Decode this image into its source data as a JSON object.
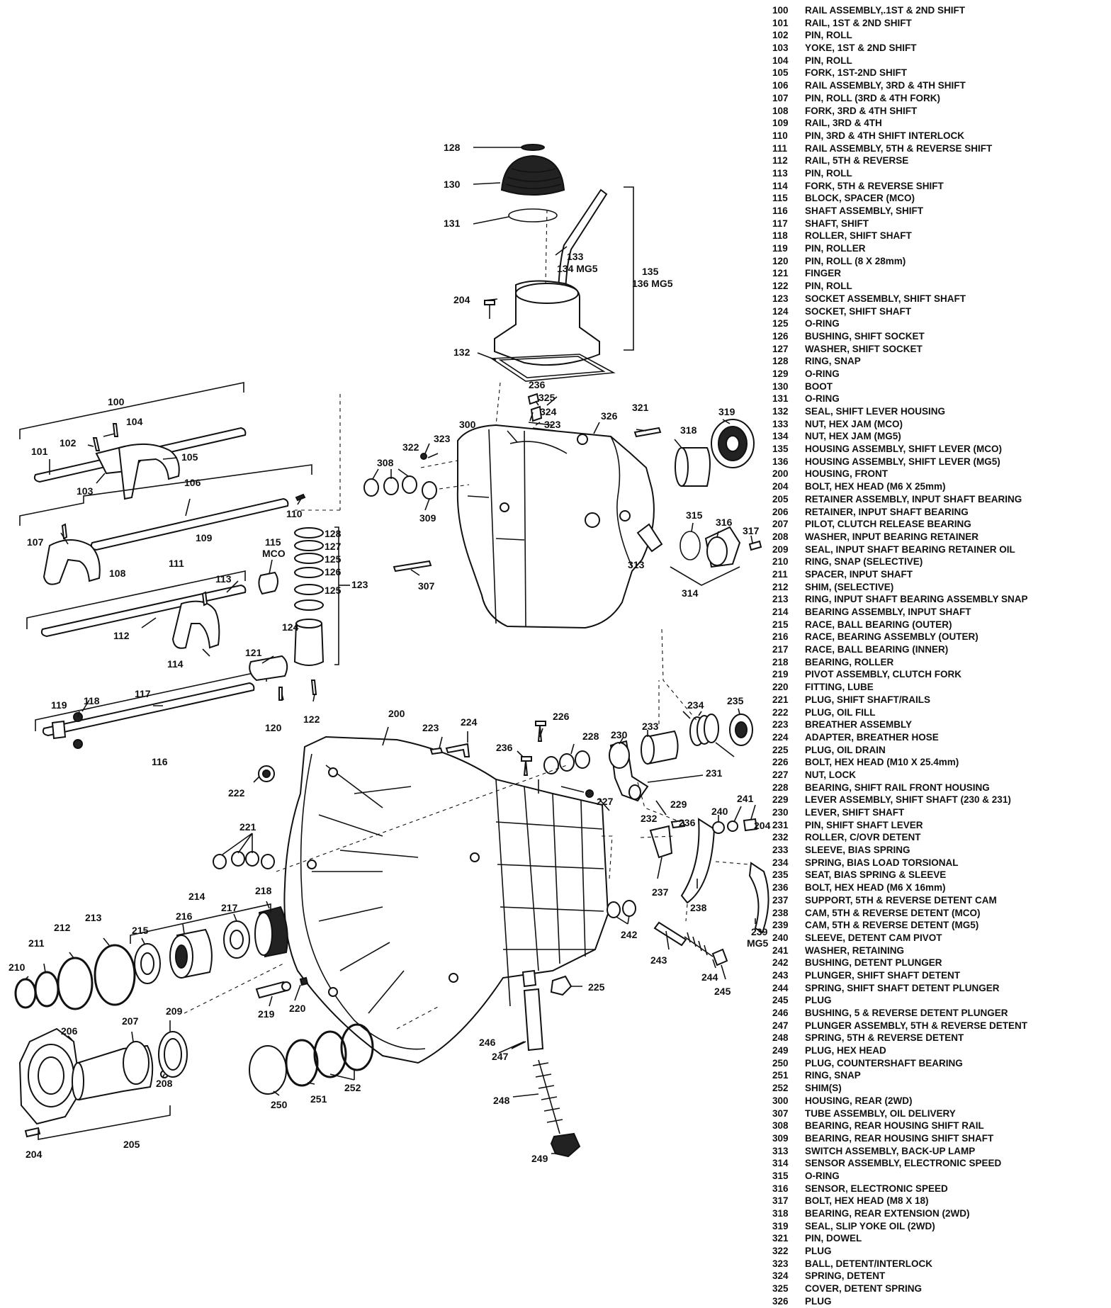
{
  "legend": [
    {
      "num": "100",
      "name": "RAIL ASSEMBLY,.1ST & 2ND SHIFT"
    },
    {
      "num": "101",
      "name": "RAIL, 1ST & 2ND SHIFT"
    },
    {
      "num": "102",
      "name": "PIN, ROLL"
    },
    {
      "num": "103",
      "name": "YOKE, 1ST & 2ND SHIFT"
    },
    {
      "num": "104",
      "name": "PIN, ROLL"
    },
    {
      "num": "105",
      "name": "FORK, 1ST-2ND SHIFT"
    },
    {
      "num": "106",
      "name": "RAIL ASSEMBLY, 3RD & 4TH SHIFT"
    },
    {
      "num": "107",
      "name": "PIN, ROLL (3RD & 4TH FORK)"
    },
    {
      "num": "108",
      "name": "FORK, 3RD & 4TH SHIFT"
    },
    {
      "num": "109",
      "name": "RAIL, 3RD & 4TH"
    },
    {
      "num": "110",
      "name": "PIN, 3RD & 4TH SHIFT INTERLOCK"
    },
    {
      "num": "111",
      "name": "RAIL ASSEMBLY, 5TH & REVERSE SHIFT"
    },
    {
      "num": "112",
      "name": "RAIL, 5TH & REVERSE"
    },
    {
      "num": "113",
      "name": "PIN, ROLL"
    },
    {
      "num": "114",
      "name": "FORK, 5TH & REVERSE SHIFT"
    },
    {
      "num": "115",
      "name": "BLOCK, SPACER (MCO)"
    },
    {
      "num": "116",
      "name": "SHAFT ASSEMBLY, SHIFT"
    },
    {
      "num": "117",
      "name": "SHAFT, SHIFT"
    },
    {
      "num": "118",
      "name": "ROLLER, SHIFT SHAFT"
    },
    {
      "num": "119",
      "name": "PIN, ROLLER"
    },
    {
      "num": "120",
      "name": "PIN, ROLL (8 X 28mm)"
    },
    {
      "num": "121",
      "name": "FINGER"
    },
    {
      "num": "122",
      "name": "PIN, ROLL"
    },
    {
      "num": "123",
      "name": "SOCKET ASSEMBLY, SHIFT SHAFT"
    },
    {
      "num": "124",
      "name": "SOCKET, SHIFT SHAFT"
    },
    {
      "num": "125",
      "name": "O-RING"
    },
    {
      "num": "126",
      "name": "BUSHING, SHIFT SOCKET"
    },
    {
      "num": "127",
      "name": "WASHER, SHIFT SOCKET"
    },
    {
      "num": "128",
      "name": "RING, SNAP"
    },
    {
      "num": "129",
      "name": "O-RING"
    },
    {
      "num": "130",
      "name": "BOOT"
    },
    {
      "num": "131",
      "name": "O-RING"
    },
    {
      "num": "132",
      "name": "SEAL, SHIFT LEVER HOUSING"
    },
    {
      "num": "133",
      "name": "NUT, HEX JAM (MCO)"
    },
    {
      "num": "134",
      "name": "NUT, HEX JAM (MG5)"
    },
    {
      "num": "135",
      "name": "HOUSING ASSEMBLY, SHIFT LEVER (MCO)"
    },
    {
      "num": "136",
      "name": "HOUSING ASSEMBLY, SHIFT LEVER (MG5)"
    },
    {
      "num": "200",
      "name": "HOUSING, FRONT"
    },
    {
      "num": "204",
      "name": "BOLT, HEX HEAD (M6 X 25mm)"
    },
    {
      "num": "205",
      "name": "RETAINER ASSEMBLY, INPUT SHAFT BEARING"
    },
    {
      "num": "206",
      "name": "RETAINER, INPUT SHAFT BEARING"
    },
    {
      "num": "207",
      "name": "PILOT, CLUTCH RELEASE BEARING"
    },
    {
      "num": "208",
      "name": "WASHER, INPUT BEARING RETAINER"
    },
    {
      "num": "209",
      "name": "SEAL, INPUT SHAFT BEARING RETAINER OIL"
    },
    {
      "num": "210",
      "name": "RING, SNAP (SELECTIVE)"
    },
    {
      "num": "211",
      "name": "SPACER, INPUT SHAFT"
    },
    {
      "num": "212",
      "name": "SHIM, (SELECTIVE)"
    },
    {
      "num": "213",
      "name": "RING, INPUT SHAFT BEARING ASSEMBLY SNAP"
    },
    {
      "num": "214",
      "name": "BEARING ASSEMBLY, INPUT SHAFT"
    },
    {
      "num": "215",
      "name": "RACE, BALL BEARING (OUTER)"
    },
    {
      "num": "216",
      "name": "RACE, BEARING ASSEMBLY (OUTER)"
    },
    {
      "num": "217",
      "name": "RACE, BALL BEARING (INNER)"
    },
    {
      "num": "218",
      "name": "BEARING, ROLLER"
    },
    {
      "num": "219",
      "name": "PIVOT ASSEMBLY, CLUTCH FORK"
    },
    {
      "num": "220",
      "name": "FITTING, LUBE"
    },
    {
      "num": "221",
      "name": "PLUG, SHIFT SHAFT/RAILS"
    },
    {
      "num": "222",
      "name": "PLUG, OIL FILL"
    },
    {
      "num": "223",
      "name": "BREATHER ASSEMBLY"
    },
    {
      "num": "224",
      "name": "ADAPTER, BREATHER HOSE"
    },
    {
      "num": "225",
      "name": "PLUG, OIL DRAIN"
    },
    {
      "num": "226",
      "name": "BOLT, HEX HEAD (M10 X 25.4mm)"
    },
    {
      "num": "227",
      "name": "NUT, LOCK"
    },
    {
      "num": "228",
      "name": "BEARING, SHIFT RAIL FRONT HOUSING"
    },
    {
      "num": "229",
      "name": "LEVER ASSEMBLY, SHIFT SHAFT (230 & 231)"
    },
    {
      "num": "230",
      "name": "LEVER, SHIFT SHAFT"
    },
    {
      "num": "231",
      "name": "PIN, SHIFT SHAFT LEVER"
    },
    {
      "num": "232",
      "name": "ROLLER, C/OVR DETENT"
    },
    {
      "num": "233",
      "name": "SLEEVE, BIAS SPRING"
    },
    {
      "num": "234",
      "name": "SPRING, BIAS LOAD TORSIONAL"
    },
    {
      "num": "235",
      "name": "SEAT, BIAS SPRING & SLEEVE"
    },
    {
      "num": "236",
      "name": "BOLT, HEX HEAD (M6 X 16mm)"
    },
    {
      "num": "237",
      "name": "SUPPORT, 5TH & REVERSE DETENT CAM"
    },
    {
      "num": "238",
      "name": "CAM, 5TH & REVERSE DETENT (MCO)"
    },
    {
      "num": "239",
      "name": "CAM, 5TH & REVERSE DETENT (MG5)"
    },
    {
      "num": "240",
      "name": "SLEEVE, DETENT CAM PIVOT"
    },
    {
      "num": "241",
      "name": "WASHER, RETAINING"
    },
    {
      "num": "242",
      "name": "BUSHING, DETENT PLUNGER"
    },
    {
      "num": "243",
      "name": "PLUNGER, SHIFT SHAFT DETENT"
    },
    {
      "num": "244",
      "name": "SPRING, SHIFT SHAFT DETENT PLUNGER"
    },
    {
      "num": "245",
      "name": "PLUG"
    },
    {
      "num": "246",
      "name": "BUSHING, 5 & REVERSE DETENT PLUNGER"
    },
    {
      "num": "247",
      "name": "PLUNGER ASSEMBLY, 5TH & REVERSE DETENT"
    },
    {
      "num": "248",
      "name": "SPRING, 5TH & REVERSE DETENT"
    },
    {
      "num": "249",
      "name": "PLUG, HEX HEAD"
    },
    {
      "num": "250",
      "name": "PLUG, COUNTERSHAFT BEARING"
    },
    {
      "num": "251",
      "name": "RING, SNAP"
    },
    {
      "num": "252",
      "name": "SHIM(S)"
    },
    {
      "num": "300",
      "name": "HOUSING, REAR (2WD)"
    },
    {
      "num": "307",
      "name": "TUBE ASSEMBLY, OIL DELIVERY"
    },
    {
      "num": "308",
      "name": "BEARING, REAR HOUSING SHIFT RAIL"
    },
    {
      "num": "309",
      "name": "BEARING, REAR HOUSING SHIFT SHAFT"
    },
    {
      "num": "313",
      "name": "SWITCH ASSEMBLY, BACK-UP LAMP"
    },
    {
      "num": "314",
      "name": "SENSOR ASSEMBLY, ELECTRONIC SPEED"
    },
    {
      "num": "315",
      "name": "O-RING"
    },
    {
      "num": "316",
      "name": "SENSOR, ELECTRONIC SPEED"
    },
    {
      "num": "317",
      "name": "BOLT, HEX HEAD (M8 X 18)"
    },
    {
      "num": "318",
      "name": "BEARING, REAR EXTENSION (2WD)"
    },
    {
      "num": "319",
      "name": "SEAL, SLIP YOKE OIL (2WD)"
    },
    {
      "num": "321",
      "name": "PIN, DOWEL"
    },
    {
      "num": "322",
      "name": "PLUG"
    },
    {
      "num": "323",
      "name": "BALL, DETENT/INTERLOCK"
    },
    {
      "num": "324",
      "name": "SPRING, DETENT"
    },
    {
      "num": "325",
      "name": "COVER, DETENT SPRING"
    },
    {
      "num": "326",
      "name": "PLUG"
    }
  ],
  "callouts": {
    "c100": "100",
    "c101": "101",
    "c102": "102",
    "c103": "103",
    "c104": "104",
    "c105": "105",
    "c106": "106",
    "c107": "107",
    "c108": "108",
    "c109": "109",
    "c110": "110",
    "c111": "111",
    "c112": "112",
    "c113": "113",
    "c114": "114",
    "c115": "115",
    "c115b": "MCO",
    "c116": "116",
    "c117": "117",
    "c118": "118",
    "c119": "119",
    "c120": "120",
    "c121": "121",
    "c122": "122",
    "c123": "123",
    "c124": "124",
    "c125a": "125",
    "c125b": "125",
    "c126": "126",
    "c127": "127",
    "c128a": "128",
    "c128b": "128",
    "c130": "130",
    "c131": "131",
    "c132": "132",
    "c133": "133",
    "c134": "134 MG5",
    "c135": "135",
    "c136": "136 MG5",
    "c200": "200",
    "c204a": "204",
    "c204b": "204",
    "c204c": "204",
    "c205": "205",
    "c206": "206",
    "c207": "207",
    "c208": "208",
    "c209": "209",
    "c210": "210",
    "c211": "211",
    "c212": "212",
    "c213": "213",
    "c214": "214",
    "c215": "215",
    "c216": "216",
    "c217": "217",
    "c218": "218",
    "c219": "219",
    "c220": "220",
    "c221": "221",
    "c222": "222",
    "c223": "223",
    "c224": "224",
    "c225": "225",
    "c226": "226",
    "c227": "227",
    "c228": "228",
    "c229": "229",
    "c230": "230",
    "c231": "231",
    "c232": "232",
    "c233": "233",
    "c234": "234",
    "c235": "235",
    "c236a": "236",
    "c236b": "236",
    "c236c": "236",
    "c237": "237",
    "c238": "238",
    "c239": "239",
    "c239b": "MG5",
    "c240": "240",
    "c241": "241",
    "c242": "242",
    "c243": "243",
    "c244": "244",
    "c245": "245",
    "c246": "246",
    "c247": "247",
    "c248": "248",
    "c249": "249",
    "c250": "250",
    "c251": "251",
    "c252": "252",
    "c300": "300",
    "c307": "307",
    "c308": "308",
    "c309": "309",
    "c313": "313",
    "c314": "314",
    "c315": "315",
    "c316": "316",
    "c317": "317",
    "c318": "318",
    "c319": "319",
    "c321": "321",
    "c322": "322",
    "c323a": "323",
    "c323b": "323",
    "c324": "324",
    "c325": "325",
    "c326": "326"
  }
}
